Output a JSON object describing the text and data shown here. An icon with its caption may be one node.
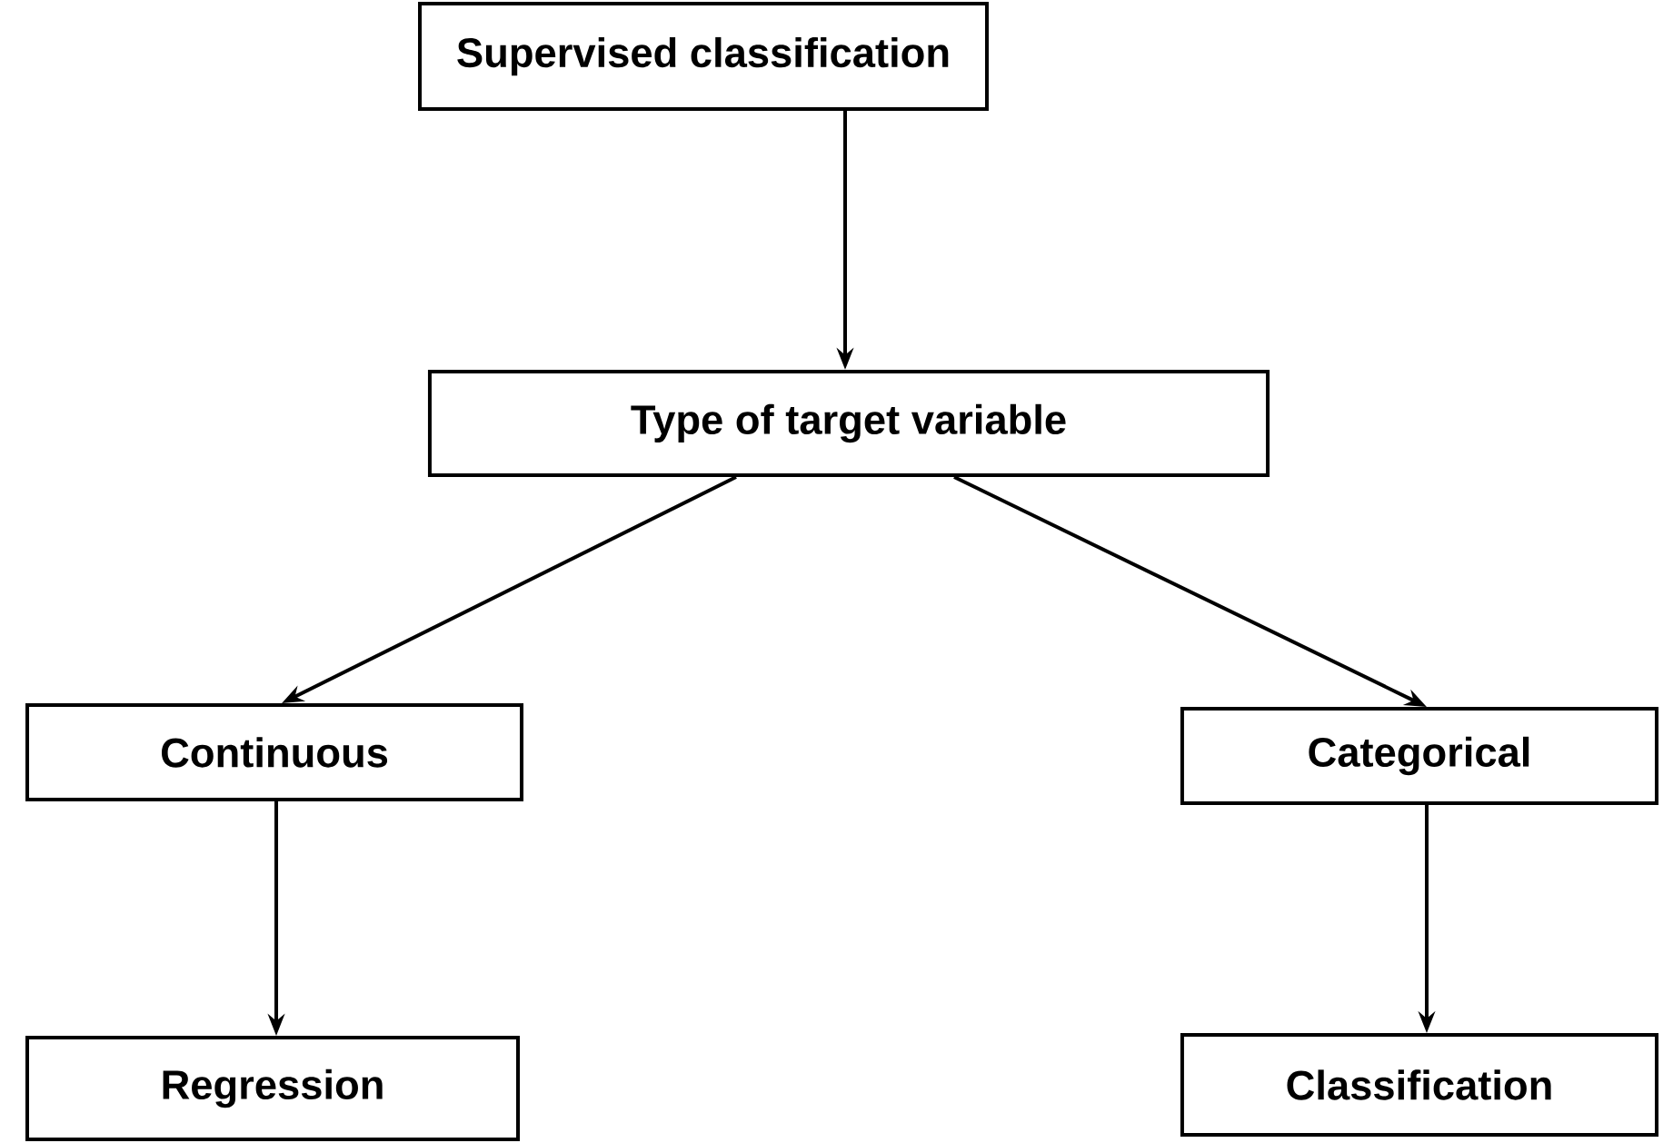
{
  "diagram": {
    "nodes": [
      {
        "text": [
          "Supervised classification"
        ]
      },
      {
        "text": [
          "Type of target variable"
        ]
      },
      {
        "text": [
          "Continuous"
        ]
      },
      {
        "text": [
          "Categorical"
        ]
      },
      {
        "text": [
          "Regression"
        ]
      },
      {
        "text": [
          "Classification"
        ]
      }
    ],
    "edges": [
      {
        "from": 0,
        "to": 1,
        "arrow": "to"
      },
      {
        "from": 1,
        "to": 2,
        "arrow": "to"
      },
      {
        "from": 1,
        "to": 3,
        "arrow": "to"
      },
      {
        "from": 2,
        "to": 4,
        "arrow": "to"
      },
      {
        "from": 3,
        "to": 5,
        "arrow": "to"
      }
    ]
  }
}
